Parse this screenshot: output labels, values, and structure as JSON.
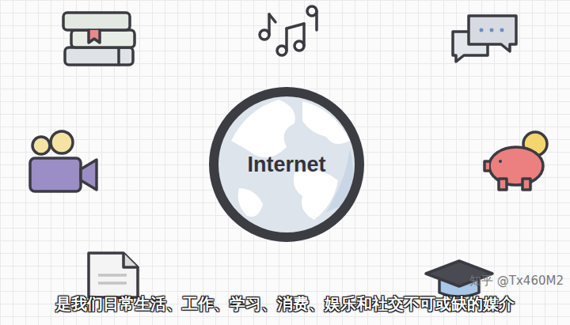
{
  "diagram": {
    "caption": "是我们日常生活、工作、学习、消费、娱乐和社交不可或缺的媒介",
    "nodes": [
      {
        "text": [
          "Internet"
        ]
      }
    ],
    "labels": [
      "知乎 @Tx460M2"
    ]
  }
}
